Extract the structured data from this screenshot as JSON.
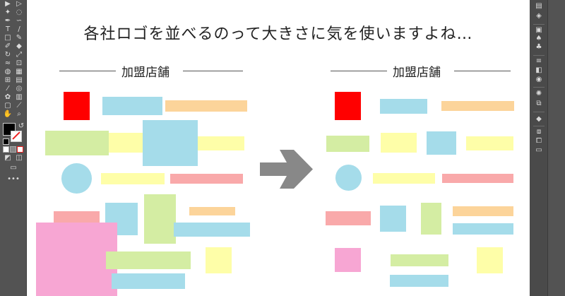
{
  "canvas": {
    "title": "各社ロゴを並べるのって大きさに気を使いますよね…",
    "left_section_label": "加盟店舗",
    "right_section_label": "加盟店舗",
    "arrow_icon": "right-arrow-icon"
  },
  "colors": {
    "red": "#ff0000",
    "blue": "#a5dcea",
    "orange": "#fcd49a",
    "green": "#d4eda3",
    "yellow": "#fefea8",
    "salmon": "#f9a9aa",
    "pink": "#f7a6d3",
    "arrow": "#888888",
    "panel": "#535353"
  },
  "toolbar": {
    "icons": [
      "selection-tool-icon",
      "direct-selection-tool-icon",
      "magic-wand-icon",
      "lasso-icon",
      "pen-tool-icon",
      "curvature-tool-icon",
      "type-tool-icon",
      "line-tool-icon",
      "rectangle-tool-icon",
      "paintbrush-icon",
      "shaper-tool-icon",
      "eraser-icon",
      "rotate-tool-icon",
      "scale-tool-icon",
      "width-tool-icon",
      "free-transform-icon",
      "shape-builder-icon",
      "perspective-grid-icon",
      "mesh-tool-icon",
      "gradient-tool-icon",
      "eyedropper-icon",
      "blend-tool-icon",
      "symbol-sprayer-icon",
      "column-graph-icon",
      "artboard-tool-icon",
      "slice-tool-icon",
      "hand-tool-icon",
      "zoom-tool-icon"
    ],
    "fill_color": "#000000",
    "stroke_color": "#ffffff",
    "more_label": "•••"
  },
  "right_panel": {
    "icons": [
      "properties-icon",
      "layers-icon",
      "libraries-icon",
      "color-icon",
      "swatches-icon",
      "brushes-icon",
      "symbols-icon",
      "stroke-icon",
      "gradient-icon",
      "transparency-icon",
      "appearance-icon",
      "graphic-styles-icon",
      "links-icon",
      "align-icon",
      "pathfinder-icon",
      "transform-icon"
    ]
  }
}
